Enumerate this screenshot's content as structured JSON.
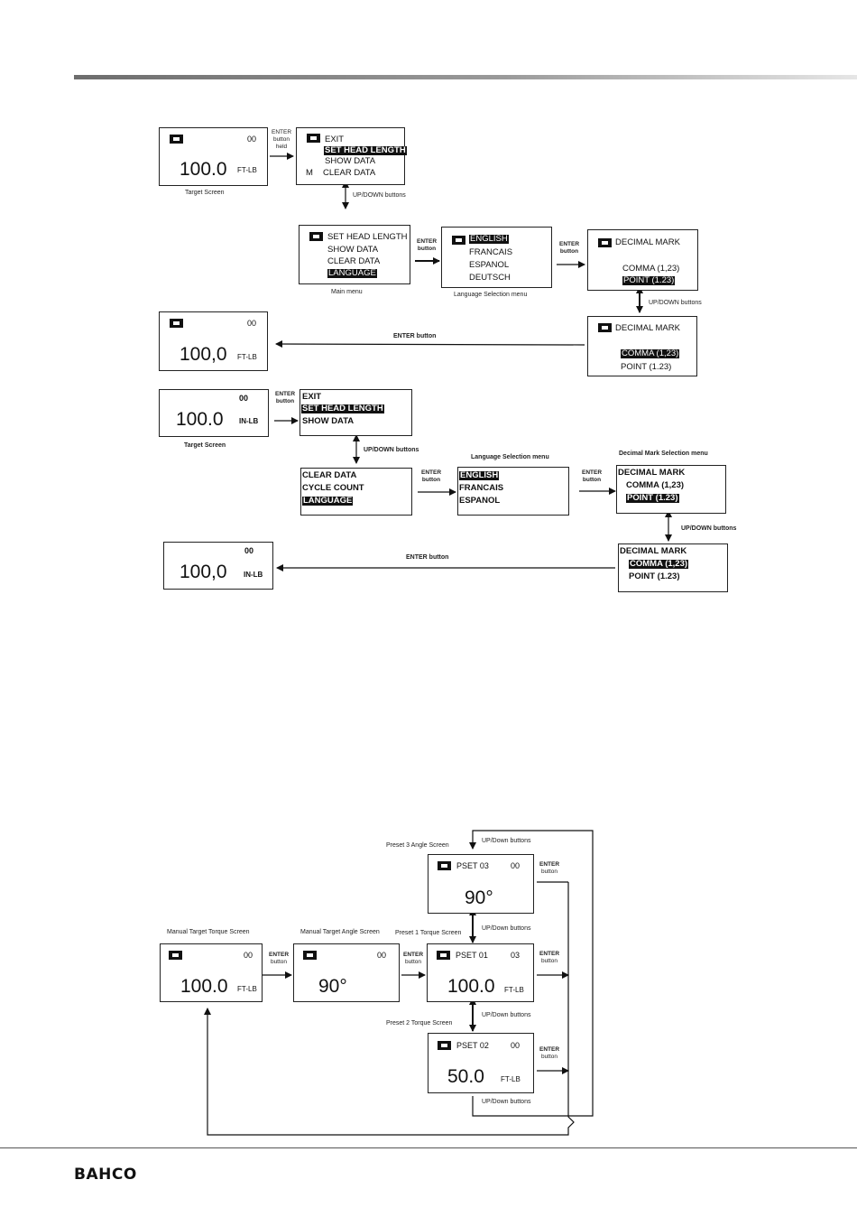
{
  "brand": "BAHCO",
  "screens": {
    "target1": {
      "count": "00",
      "value": "100.0",
      "unit": "FT-LB",
      "caption": "Target Screen"
    },
    "menu1": {
      "items": [
        "EXIT",
        "SET HEAD LENGTH",
        "SHOW DATA",
        "CLEAR DATA"
      ],
      "m": "M"
    },
    "mainmenu": {
      "items": [
        "SET HEAD LENGTH",
        "SHOW DATA",
        "CLEAR DATA",
        "LANGUAGE"
      ],
      "caption": "Main menu"
    },
    "lang1": {
      "items": [
        "ENGLISH",
        "FRANCAIS",
        "ESPANOL",
        "DEUTSCH"
      ],
      "caption": "Language Selection  menu"
    },
    "dec1": {
      "title": "DECIMAL MARK",
      "items": [
        "COMMA (1,23)",
        "POINT (1.23)"
      ]
    },
    "dec2": {
      "title": "DECIMAL MARK",
      "items": [
        "COMMA (1,23)",
        "POINT (1.23)"
      ]
    },
    "result1": {
      "count": "00",
      "value": "100,0",
      "unit": "FT-LB"
    },
    "target2": {
      "count": "00",
      "value": "100.0",
      "unit": "IN-LB",
      "caption": "Target Screen"
    },
    "menu2": {
      "items": [
        "EXIT",
        "SET HEAD LENGTH",
        "SHOW DATA"
      ]
    },
    "menu3": {
      "items": [
        "CLEAR DATA",
        "CYCLE COUNT",
        "LANGUAGE"
      ]
    },
    "lang2": {
      "items": [
        "ENGLISH",
        "FRANCAIS",
        "ESPANOL"
      ],
      "caption": "Language Selection menu"
    },
    "dec3": {
      "title": "DECIMAL MARK",
      "items": [
        "COMMA (1,23)",
        "POINT (1.23)"
      ],
      "caption": "Decimal Mark Selection menu"
    },
    "dec4": {
      "title": "DECIMAL MARK",
      "items": [
        "COMMA (1,23)",
        "POINT (1.23)"
      ]
    },
    "result2": {
      "count": "00",
      "value": "100,0",
      "unit": "IN-LB"
    },
    "manualTorque": {
      "count": "00",
      "value": "100.0",
      "unit": "FT-LB",
      "caption": "Manual Target Torque Screen"
    },
    "manualAngle": {
      "count": "00",
      "value": "90°",
      "caption": "Manual Target Angle Screen"
    },
    "pset1": {
      "name": "PSET 01",
      "count": "03",
      "value": "100.0",
      "unit": "FT-LB",
      "caption": "Preset 1 Torque Screen"
    },
    "pset2": {
      "name": "PSET 02",
      "count": "00",
      "value": "50.0",
      "unit": "FT-LB",
      "caption": "Preset 2 Torque Screen"
    },
    "pset3": {
      "name": "PSET 03",
      "count": "00",
      "value": "90°",
      "caption": "Preset 3 Angle Screen"
    }
  },
  "labels": {
    "enterHeld": [
      "ENTER",
      "button",
      "held"
    ],
    "enterButton": [
      "ENTER",
      "button"
    ],
    "enterButtonInline": "ENTER button",
    "updown": "UP/DOWN buttons",
    "updownMixed": "UP/Down buttons"
  }
}
